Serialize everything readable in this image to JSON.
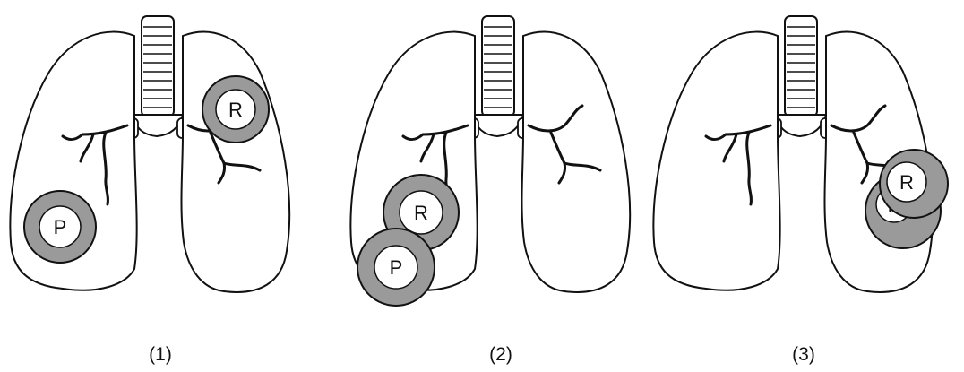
{
  "colors": {
    "line": "#111111",
    "lesion_ring": "#9a9a9a",
    "lesion_core": "#ffffff",
    "background": "#ffffff"
  },
  "panels": [
    {
      "caption": "(1)",
      "lesions": [
        {
          "label": "R",
          "lung": "left"
        },
        {
          "label": "P",
          "lung": "right"
        }
      ]
    },
    {
      "caption": "(2)",
      "lesions": [
        {
          "label": "R",
          "lung": "right"
        },
        {
          "label": "P",
          "lung": "right"
        }
      ]
    },
    {
      "caption": "(3)",
      "lesions": [
        {
          "label": "R",
          "lung": "left"
        },
        {
          "label": "P",
          "lung": "left"
        }
      ]
    }
  ]
}
